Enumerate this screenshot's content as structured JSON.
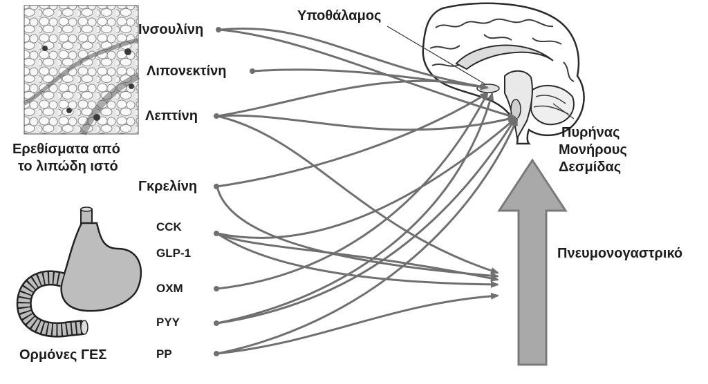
{
  "adipose": {
    "caption_line1": "Ερεθίσματα από",
    "caption_line2": "το λιπώδη ιστό"
  },
  "gut": {
    "caption": "Ορμόνες ΓΕΣ"
  },
  "signals": {
    "insulin": "Ινσουλίνη",
    "adiponectin": "Λιπονεκτίνη",
    "leptin": "Λεπτίνη",
    "ghrelin": "Γκρελίνη",
    "cck": "CCK",
    "glp1": "GLP-1",
    "oxm": "OXM",
    "pyy": "PYY",
    "pp": "PP"
  },
  "brain": {
    "hypothalamus": "Υποθάλαμος",
    "nts_line1": "Πυρήνας",
    "nts_line2": "Μονήρους",
    "nts_line3": "Δεσμίδας"
  },
  "vagus": {
    "label": "Πνευμονογαστρικό"
  },
  "colors": {
    "arrow": "#6f6f6f",
    "vagus_fill": "#a9a9a9",
    "stomach_fill": "#bdbdbd",
    "text": "#1c1c1c"
  }
}
